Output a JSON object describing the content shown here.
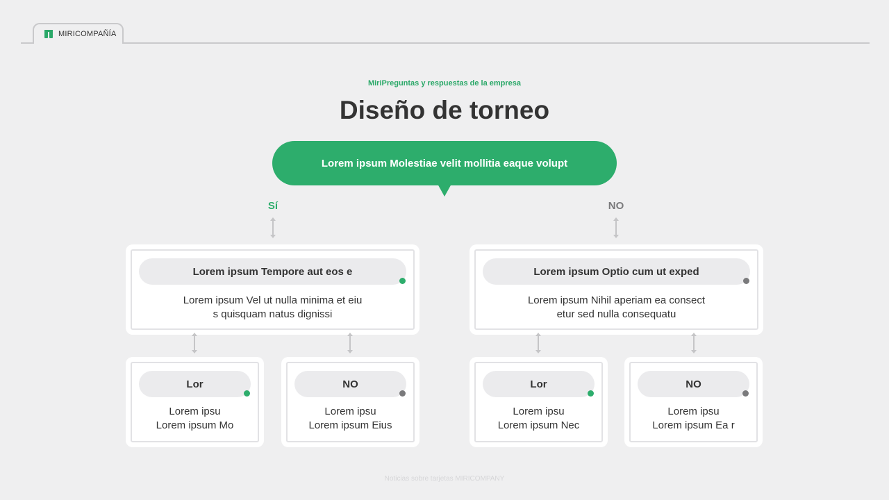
{
  "brand": {
    "name": "MIRICOMPAÑÍA"
  },
  "header": {
    "subtitle": "MiriPreguntas y respuestas de la empresa",
    "title": "Diseño de torneo"
  },
  "question": {
    "text": "Lorem ipsum Molestiae velit mollitia eaque volupt"
  },
  "branches": {
    "yes_label": "Sí",
    "no_label": "NO"
  },
  "colors": {
    "accent": "#2dad6c",
    "neutral_dot": "#7a7a7c",
    "no_label": "#7a7a7c"
  },
  "cards": {
    "left": {
      "title": "Lorem ipsum Tempore aut eos e",
      "body_line1": "Lorem ipsum Vel ut nulla minima et eiu",
      "body_line2": "s quisquam natus dignissi"
    },
    "right": {
      "title": "Lorem ipsum Optio cum ut exped",
      "body_line1": "Lorem ipsum Nihil aperiam ea consect",
      "body_line2": "etur sed nulla consequatu"
    },
    "left_yes": {
      "title": "Lor",
      "line1": "Lorem ipsu",
      "line2": "Lorem ipsum Mo"
    },
    "left_no": {
      "title": "NO",
      "line1": "Lorem ipsu",
      "line2": "Lorem ipsum Eius"
    },
    "right_yes": {
      "title": "Lor",
      "line1": "Lorem ipsu",
      "line2": "Lorem ipsum Nec"
    },
    "right_no": {
      "title": "NO",
      "line1": "Lorem ipsu",
      "line2": "Lorem ipsum Ea r"
    }
  },
  "footer": {
    "text": "Noticias sobre tarjetas MIRICOMPANY"
  }
}
